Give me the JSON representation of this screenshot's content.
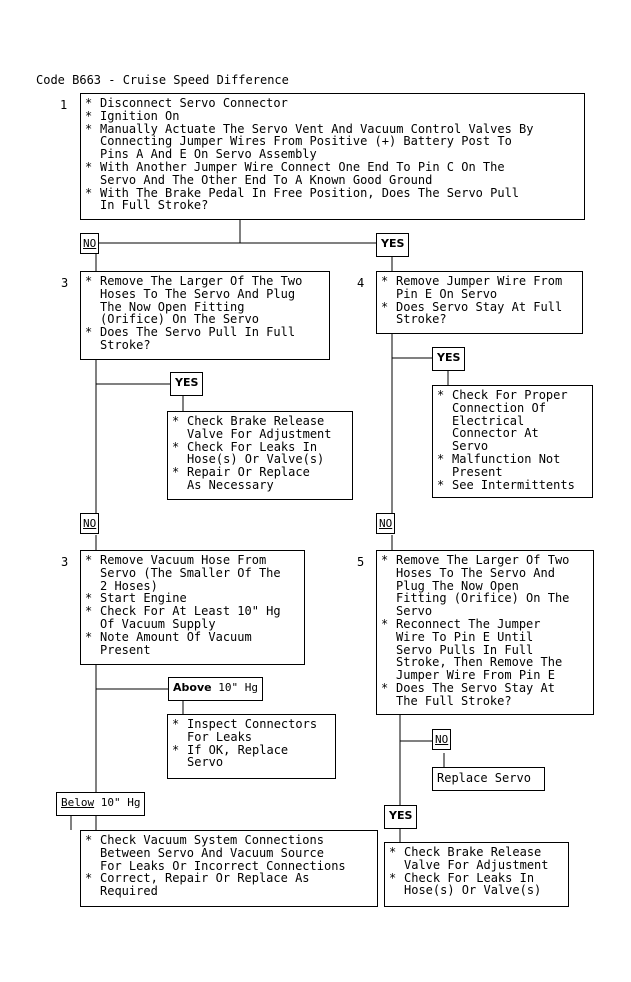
{
  "title": "Code B663 - Cruise Speed Difference",
  "steps": {
    "s1": {
      "num": "1",
      "items": [
        "Disconnect Servo Connector",
        "Ignition On",
        "Manually Actuate The Servo Vent And Vacuum Control Valves By",
        "Connecting Jumper Wires From Positive (+) Battery Post To",
        "Pins A And E On Servo Assembly",
        "With Another Jumper Wire Connect One End To Pin C On The",
        "Servo And The Other End To A Known Good Ground",
        "With The Brake Pedal In Free Position, Does The Servo Pull",
        "In Full Stroke?"
      ],
      "bullets": [
        true,
        true,
        true,
        false,
        false,
        true,
        false,
        true,
        false
      ]
    },
    "s3a": {
      "num": "3",
      "items": [
        "Remove The Larger Of The Two",
        "Hoses To The Servo And Plug",
        "The Now Open Fitting",
        "(Orifice) On The Servo",
        "Does The Servo Pull In Full",
        "Stroke?"
      ],
      "bullets": [
        true,
        false,
        false,
        false,
        true,
        false
      ]
    },
    "s4": {
      "num": "4",
      "items": [
        "Remove Jumper Wire From",
        "Pin E On Servo",
        "Does Servo Stay At Full",
        "Stroke?"
      ],
      "bullets": [
        true,
        false,
        true,
        false
      ]
    },
    "r_brake1": {
      "items": [
        "Check Brake Release",
        "Valve For Adjustment",
        "Check For Leaks In",
        "Hose(s) Or Valve(s)",
        "Repair Or Replace",
        "As Necessary"
      ],
      "bullets": [
        true,
        false,
        true,
        false,
        true,
        false
      ]
    },
    "r_conn": {
      "items": [
        "Check For Proper",
        "Connection Of",
        "Electrical",
        "Connector At",
        "Servo",
        "Malfunction Not",
        "Present",
        "See Intermittents"
      ],
      "bullets": [
        true,
        false,
        false,
        false,
        false,
        true,
        false,
        true
      ]
    },
    "s3b": {
      "num": "3",
      "items": [
        "Remove Vacuum Hose From",
        "Servo (The Smaller Of The",
        "2 Hoses)",
        "Start Engine",
        "Check For At Least 10\" Hg",
        "Of Vacuum Supply",
        "Note Amount Of Vacuum",
        "Present"
      ],
      "bullets": [
        true,
        false,
        false,
        true,
        true,
        false,
        true,
        false
      ]
    },
    "s5": {
      "num": "5",
      "items": [
        "Remove The Larger Of Two",
        "Hoses To The Servo And",
        "Plug The Now Open",
        "Fitting (Orifice) On The",
        "Servo",
        "Reconnect The Jumper",
        "Wire To Pin E Until",
        "Servo Pulls In Full",
        "Stroke, Then Remove The",
        "Jumper Wire From Pin E",
        "Does The Servo Stay At",
        "The Full Stroke?"
      ],
      "bullets": [
        true,
        false,
        false,
        false,
        false,
        true,
        false,
        false,
        false,
        false,
        true,
        false
      ]
    },
    "r_inspect": {
      "items": [
        "Inspect Connectors",
        "For Leaks",
        "If OK, Replace",
        "Servo"
      ],
      "bullets": [
        true,
        false,
        true,
        false
      ]
    },
    "r_replace": {
      "text": "Replace Servo"
    },
    "r_vacuum": {
      "items": [
        "Check Vacuum System Connections",
        "Between Servo And Vacuum Source",
        "For Leaks Or Incorrect Connections",
        "Correct, Repair Or Replace As",
        "Required"
      ],
      "bullets": [
        true,
        false,
        false,
        true,
        false
      ]
    },
    "r_brake2": {
      "items": [
        "Check Brake Release",
        "Valve For Adjustment",
        "Check For Leaks In",
        "Hose(s) Or Valve(s)"
      ],
      "bullets": [
        true,
        false,
        true,
        false
      ]
    }
  },
  "labels": {
    "no1": "NO",
    "yes1": "YES",
    "yes3": "YES",
    "yes4": "YES",
    "no3": "NO",
    "no4": "NO",
    "above_bold": "Above",
    "above_rest": " 10\" Hg",
    "below_u": "Below",
    "below_rest": " 10\" Hg",
    "no5": "NO",
    "yes5": "YES"
  }
}
